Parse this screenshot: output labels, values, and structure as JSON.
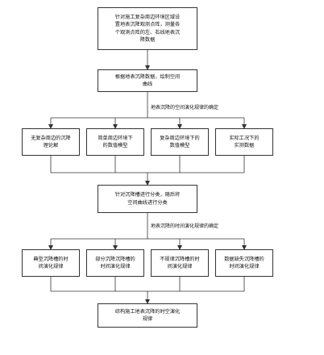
{
  "nodes": {
    "step1": "针对施工复杂周边环境区域设\n置地表沉降观测点阵，测量各\n个观测点阵的左、右线地表沉\n降数据",
    "step2": "根据地表沉降数据，绘制空间\n曲线",
    "branch1": "无复杂周边的沉降\n理论解",
    "branch2": "简单周边环境下\n的数值模型",
    "branch3": "复杂周边环境下的\n数值模型",
    "branch4": "实际工况下的\n实测数据",
    "step3": "针对沉降槽进行分类，随后将\n空间曲线进行分类",
    "class1": "典型沉降槽的时\n间演化规律",
    "class2": "部分沉降沉降槽的\n时间演化规律",
    "class3": "不规律沉降槽的时\n间演化规律",
    "class4": "数据缺失沉降槽的\n时间演化规律",
    "final": "综构施工地表沉降的时空演化\n规律"
  },
  "labels": {
    "spatial": "地表沉降的空间演化规律的确定",
    "temporal": "地表沉降的时间演化规律的确定"
  },
  "colors": {
    "stroke": "#333333"
  }
}
